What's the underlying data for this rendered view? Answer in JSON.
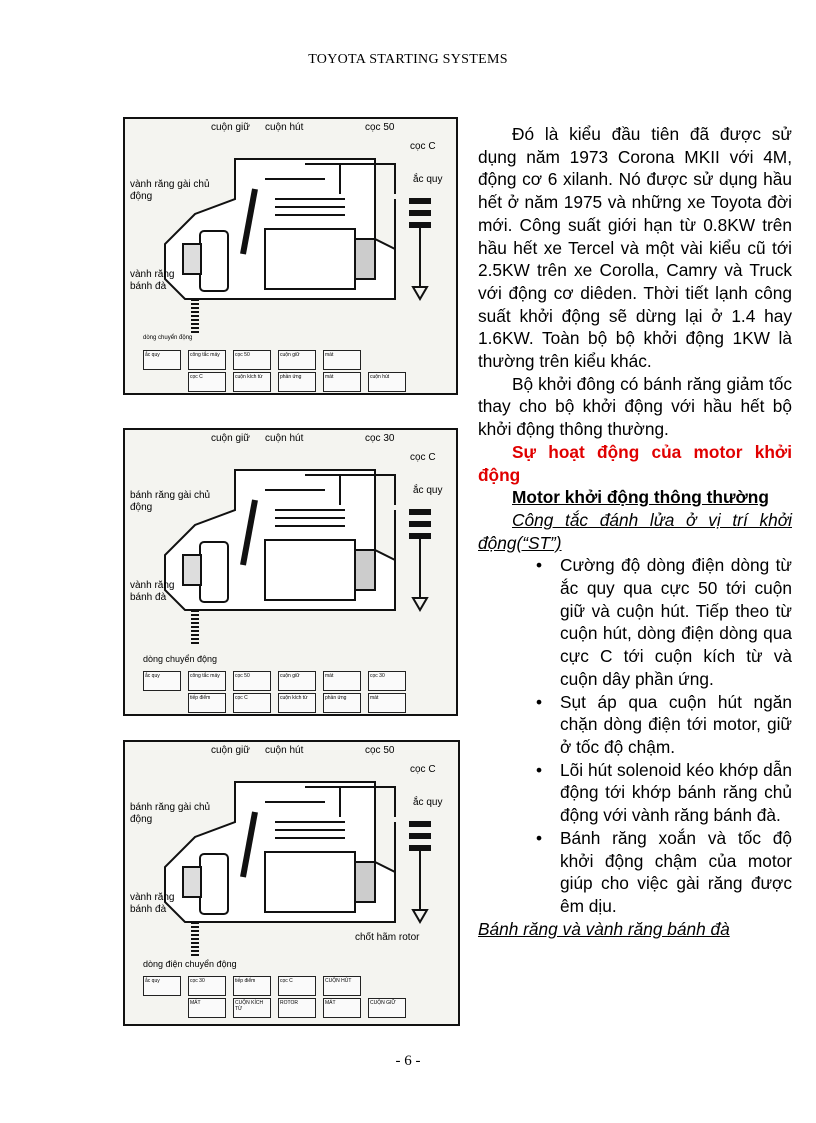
{
  "header": "TOYOTA STARTING SYSTEMS",
  "footer": "- 6 -",
  "figures": [
    {
      "labels": {
        "hold": "cuộn giữ",
        "pull": "cuộn hút",
        "t50": "cọc 50",
        "tc": "cọc C",
        "battery": "ắc quy",
        "pinion": "vành răng gài chủ động",
        "ring": "vành răng bánh đà"
      },
      "flow_title": "dòng chuyển động",
      "flow": [
        "ắc quy",
        "công tắc máy",
        "cọc 50",
        "cuộn giữ",
        "mát",
        "cuộn hút",
        "cọc C",
        "cuộn kích từ",
        "phần ứng",
        "mát"
      ]
    },
    {
      "labels": {
        "hold": "cuộn giữ",
        "pull": "cuộn hút",
        "t50": "cọc 30",
        "tc": "cọc C",
        "battery": "ắc quy",
        "pinion": "bánh răng gài chủ động",
        "ring": "vành răng bánh đà"
      },
      "flow_title": "dòng chuyển động",
      "flow": [
        "ắc quy",
        "công tắc máy",
        "cọc 50",
        "cuộn giữ",
        "mát",
        "cọc 30",
        "tiếp điểm",
        "cọc C",
        "cuộn kích từ",
        "phần ứng",
        "mát"
      ]
    },
    {
      "labels": {
        "hold": "cuộn giữ",
        "pull": "cuộn hút",
        "t50": "cọc 50",
        "tc": "cọc C",
        "battery": "ắc quy",
        "pinion": "bánh răng gài chủ động",
        "ring": "vành răng bánh đà",
        "lock": "chốt hãm rotor"
      },
      "flow_title": "dòng điện chuyển động",
      "flow": [
        "ắc quy",
        "cọc 30",
        "tiếp điểm",
        "cọc C",
        "CUỘN HÚT",
        "CUỘN GIỮ",
        "MÁT",
        "CUỘN KÍCH TỪ",
        "ROTOR",
        "MÁT"
      ]
    }
  ],
  "text": {
    "p1": "Đó là kiểu đầu tiên đã được sử dụng năm 1973 Corona MKII với 4M, động cơ 6 xilanh. Nó được sử dụng hầu hết ở năm 1975 và những xe Toyota đời mới. Công suất giới hạn từ 0.8KW trên hầu hết xe Tercel và một vài kiểu cũ tới 2.5KW trên xe Corolla, Camry và Truck với động cơ diêden. Thời tiết lạnh công suất khởi động sẽ dừng lại ở 1.4 hay 1.6KW. Toàn bộ bộ khởi động 1KW là thường trên kiểu khác.",
    "p2": "Bộ khởi đông có bánh răng giảm tốc thay cho bộ khởi động với hầu hết bộ khởi động thông thường.",
    "heading": "Sự hoạt động của motor khởi động",
    "subheading": "Motor khởi động thông thường",
    "condition": "Công tắc đánh lửa ở vị trí khởi động(“ST”)",
    "bullets": [
      "Cường độ dòng điện dòng từ ắc quy qua cực 50 tới cuộn giữ và cuộn hút. Tiếp theo từ cuộn hút, dòng điện dòng qua cực C tới cuộn kích từ và cuộn dây phần ứng.",
      "Sụt áp qua cuộn hút ngăn chặn dòng điện tới motor, giữ ở tốc độ chậm.",
      "Lõi hút solenoid kéo khớp dẫn động tới khớp bánh răng chủ động với vành răng bánh đà.",
      "Bánh răng xoắn và tốc độ khởi động chậm của motor giúp cho việc gài răng được êm dịu."
    ],
    "last": "Bánh răng và vành răng bánh đà"
  }
}
